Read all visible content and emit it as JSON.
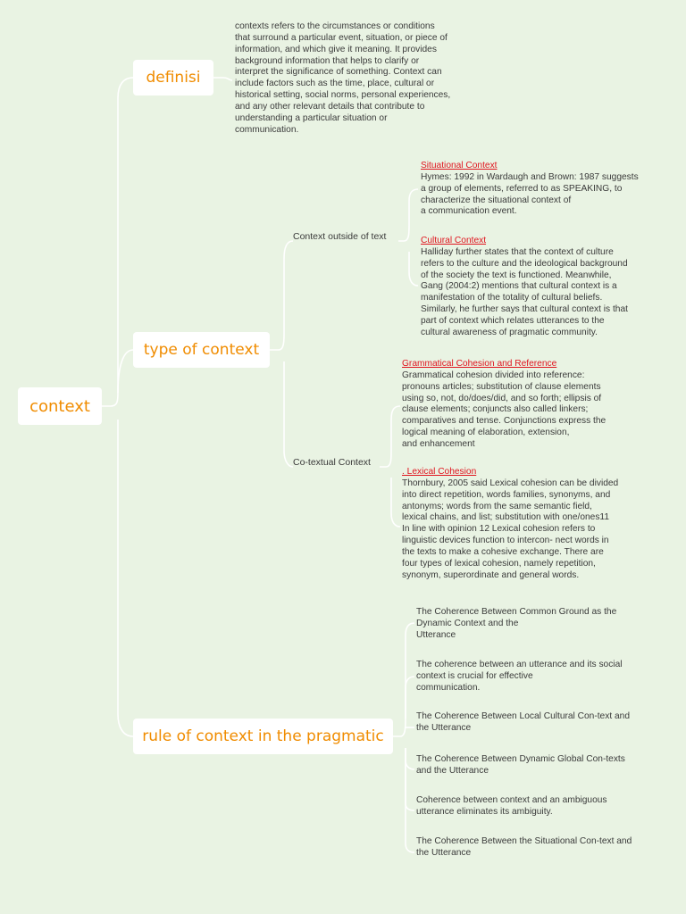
{
  "root": {
    "label": "context"
  },
  "branches": {
    "definisi": {
      "label": "definisi",
      "text": "contexts refers to the circumstances or conditions\nthat surround a particular event, situation, or piece of\ninformation, and which give it meaning. It provides\nbackground information that helps to clarify or\ninterpret the significance of something. Context can\ninclude factors such as the time, place, cultural or\nhistorical setting, social norms, personal experiences,\nand any other relevant details that contribute to\nunderstanding a particular situation or\ncommunication."
    },
    "type": {
      "label": "type of context",
      "outside": {
        "label": "Context outside of text",
        "situational": {
          "title": "Situational Context",
          "body": "Hymes: 1992 in Wardaugh and Brown: 1987 suggests\na group of elements, referred to as SPEAKING, to\ncharacterize the situational context of\na communication event."
        },
        "cultural": {
          "title": "Cultural Context",
          "body": "Halliday further states that the context of culture\nrefers to the culture and the ideological background\nof the society the text is functioned. Meanwhile,\nGang (2004:2) mentions that cultural context is a\nmanifestation of the totality of cultural beliefs.\nSimilarly, he further says that cultural context is that\npart of context which relates utterances to the\ncultural awareness of pragmatic community."
        }
      },
      "cotextual": {
        "label": "Co-textual Context",
        "grammatical": {
          "title": "Grammatical Cohesion and Reference",
          "body": "Grammatical cohesion divided into reference:\npronouns articles; substitution of clause elements\nusing so, not, do/does/did, and so forth; ellipsis of\nclause elements; conjuncts also called linkers;\ncomparatives and tense. Conjunctions express the\nlogical meaning of elaboration, extension,\nand enhancement"
        },
        "lexical": {
          "title": ". Lexical Cohesion",
          "body": "Thornbury, 2005 said Lexical cohesion can be divided\ninto direct repetition, words families, synonyms, and\nantonyms; words from the same semantic field,\nlexical chains, and list; substitution with one/ones11\nIn line with opinion 12 Lexical cohesion refers to\nlinguistic devices function to intercon- nect words in\nthe texts to make a cohesive exchange. There are\nfour types of lexical cohesion, namely repetition,\nsynonym, superordinate and general words."
        }
      }
    },
    "rule": {
      "label": "rule of context in the pragmatic",
      "items": [
        "The Coherence Between Common Ground as the\nDynamic Context and the\nUtterance",
        "The coherence between an utterance and its social\ncontext is crucial for effective\ncommunication.",
        "The Coherence Between Local Cultural Con-text and\nthe Utterance",
        "The Coherence Between Dynamic Global Con-texts\nand the Utterance",
        "Coherence between context and an ambiguous\nutterance eliminates its ambiguity.",
        "The Coherence Between the Situational Con-text and\nthe Utterance"
      ]
    }
  },
  "colors": {
    "background": "#e9f3e3",
    "node_text": "#f08c00",
    "link_title": "#e0141e",
    "connector": "#ffffff"
  }
}
